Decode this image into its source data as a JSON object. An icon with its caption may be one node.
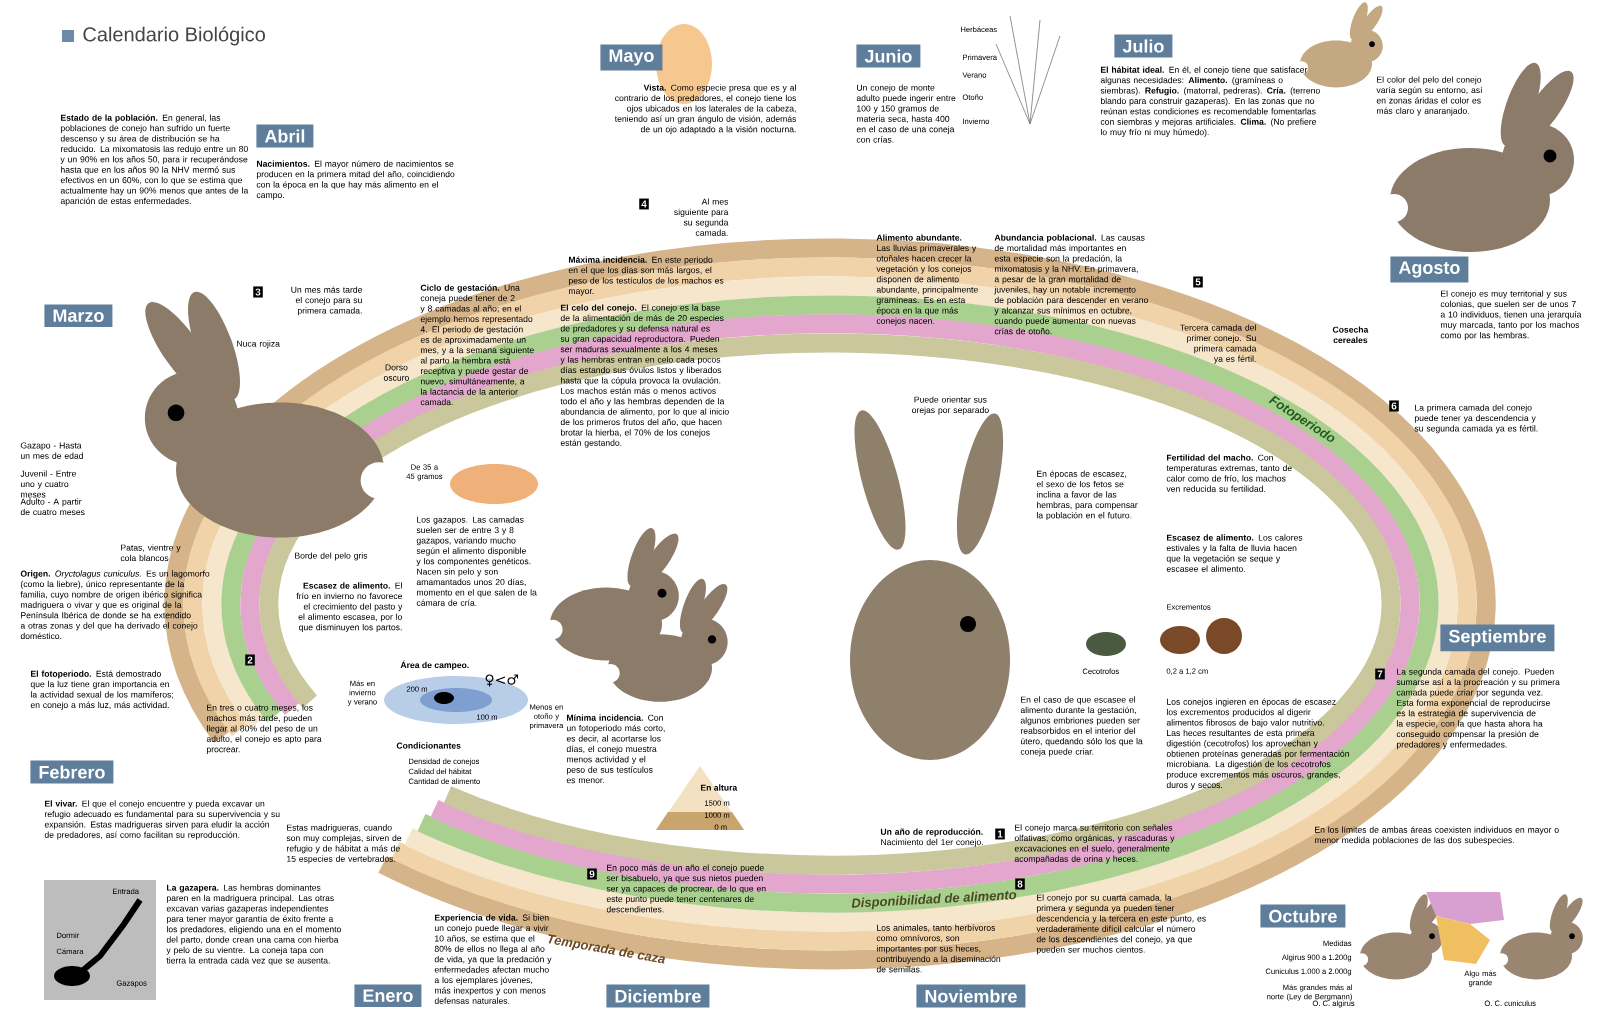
{
  "diagram": {
    "title": "Calendario Biológico",
    "nodes": [
      {
        "text": [
          "Abril"
        ]
      },
      {
        "text": [
          "Mayo"
        ]
      },
      {
        "text": [
          "Junio"
        ]
      },
      {
        "text": [
          "Julio"
        ]
      },
      {
        "text": [
          "Marzo"
        ]
      },
      {
        "text": [
          "Agosto"
        ]
      },
      {
        "text": [
          "Febrero"
        ]
      },
      {
        "text": [
          "Septiembre"
        ]
      },
      {
        "text": [
          "Octubre"
        ]
      },
      {
        "text": [
          "Enero"
        ]
      },
      {
        "text": [
          "Diciembre"
        ]
      },
      {
        "text": [
          "Noviembre"
        ]
      }
    ],
    "labels": [
      "**Estado de la población.** En general, las poblaciones de conejo han sufrido un fuerte descenso y su área de distribución se ha reducido. La mixomatosis las redujo entre un 80 y un 90% en los años 50, para ir recuperándose hasta que en los años 90 la NHV mermó sus efectivos en un 60%, con lo que se estima que actualmente hay un 90% menos que antes de la aparición de estas enfermedades.",
      "**Nacimientos.** El mayor número de nacimientos se producen en la primera mitad del año, coincidiendo con la época en la que hay más alimento en el campo.",
      "3",
      "Un mes más tarde el conejo para su primera camada.",
      "Nuca rojiza",
      "Dorso oscuro",
      "**Ciclo de gestación.** Una coneja puede tener de 2 y 8 camadas al año; en el ejemplo hemos representado 4. El periodo de gestación es de aproximadamente un mes, y a la semana siguiente al parto la hembra está receptiva y puede gestar de nuevo, simultáneamente, a la lactancia de la anterior camada.",
      "De 35 a 45 gramos",
      "Gazapo - Hasta un mes de edad",
      "Juvenil - Entre uno y cuatro meses",
      "Adulto - A partir de cuatro meses",
      "Patas, vientre y cola blancos",
      "Los gazapos. Las camadas suelen ser de entre 3 y 8 gazapos, variando mucho según el alimento disponible y los componentes genéticos. Nacen sin pelo y son amamantados unos 20 días, momento en el que salen de la cámara de cría.",
      "Borde del pelo gris",
      "**Origen.** *Oryctolagus cuniculus.* Es un lagomorfo (como la liebre), único representante de la familia, cuyo nombre de origen ibérico significa madriguera o vivar y que es original de la Península Ibérica de donde se ha extendido a otras zonas y del que ha derivado el conejo doméstico.",
      "**Escasez de alimento.** El frío en invierno no favorece el crecimiento del pasto y el alimento escasea, por lo que disminuyen los partos.",
      "**El fotoperiodo.** Está demostrado que la luz tiene gran importancia en la actividad sexual de los mamíferos; en conejo a más luz, más actividad.",
      "2",
      "En tres o cuatro meses, los machos más tarde, pueden llegar al 80% del peso de un adulto, el conejo es apto para procrear.",
      "Área de campeo.",
      "♀<♂",
      "Más en invierno y verano",
      "200 m",
      "100 m",
      "Menos en otoño y primavera",
      "Condicionantes",
      "Densidad de conejos",
      "Calidad del hábitat",
      "Cantidad de alimento",
      "**El vivar.** El que el conejo encuentre y pueda excavar un refugio adecuado es fundamental para su supervivencia y su expansión. Estas madrigueras sirven para eludir la acción de predadores, así como facilitan su reproducción.",
      "Estas madrigueras, cuando son muy complejas, sirven de refugio y de hábitat a más de 15 especies de vertebrados.",
      "Entrada",
      "Dormir",
      "Cámara",
      "Gazapos",
      "**La gazapera.** Las hembras dominantes paren en la madriguera principal. Las otras excavan varias gazaperas independientes para tener mayor garantía de éxito frente a los predadores, eligiendo una en el momento del parto, donde crean una cama con hierba y pelo de su vientre. La coneja tapa con tierra la entrada cada vez que se ausenta.",
      "**Vista.** Como especie presa que es y al contrario de los predadores, el conejo tiene los ojos ubicados en los laterales de la cabeza, teniendo así un gran ángulo de visión, además de un ojo adaptado a la visión nocturna.",
      "4",
      "Al mes siguiente para su segunda camada.",
      "**Máxima incidencia.** En este periodo en el que los días son más largos, el peso de los testículos de los machos es mayor.",
      "**El celo del conejo.** El conejo es la base de la alimentación de más de 20 especies de predadores y su defensa natural es su gran capacidad reproductora. Pueden ser maduras sexualmente a los 4 meses y las hembras entran en celo cada pocos días estando sus óvulos listos y liberados hasta que la cópula provoca la ovulación. Los machos están más o menos activos todo el año y las hembras dependen de la abundancia de alimento, por lo que al inicio de los primeros frutos del año, que hacen brotar la hierba, el 70% de los conejos están gestando.",
      "**Mínima incidencia.** Con un fotoperiodo más corto, es decir, al acortarse los días, el conejo muestra menos actividad y el peso de sus testículos es menor.",
      "En altura",
      "1500 m",
      "1000 m",
      "0 m",
      "9",
      "En poco más de un año el conejo puede ser bisabuelo, ya que sus nietos pueden ser ya capaces de procrear, de lo que en este punto puede tener centenares de descendientes.",
      "**Experiencia de vida.** Si bien un conejo puede llegar a vivir 10 años, se estima que el 80% de ellos no llega al año de vida, ya que la predación y enfermedades afectan mucho a los ejemplares jóvenes, más inexpertos y con menos defensas naturales.",
      "Un conejo de monte adulto puede ingerir entre 100 y 150 gramos de materia seca, hasta 400 en el caso de una coneja con crías.",
      "Herbáceas",
      "Primavera",
      "Verano",
      "Otoño",
      "Invierno",
      "**Alimento abundante.** Las lluvias primaverales y otoñales hacen crecer la vegetación y los conejos disponen de alimento abundante, principalmente gramíneas. Es en esta época en la que más conejos nacen.",
      "**Abundancia poblacional.** Las causas de mortalidad más importantes en esta especie son la predación, la mixomatosis y la NHV. En primavera, a pesar de la gran mortalidad de juveniles, hay un notable incremento de población para descender en verano y alcanzar sus mínimos en octubre, cuando puede aumentar con nuevas crías de otoño.",
      "Puede orientar sus orejas por separado",
      "5",
      "Tercera camada del primer conejo. Su primera camada ya es fértil.",
      "En épocas de escasez, el sexo de los fetos se inclina a favor de las hembras, para compensar la población en el futuro.",
      "**Fertilidad del macho.** Con temperaturas extremas, tanto de calor como de frío, los machos ven reducida su fertilidad.",
      "**Escasez de alimento.** Los calores estivales y la falta de lluvia hacen que la vegetación se seque y escasee el alimento.",
      "Excrementos",
      "Cecotrofos",
      "0,2 a 1,2 cm",
      "En el caso de que escasee el alimento durante la gestación, algunos embriones pueden ser reabsorbidos en el interior del útero, quedando sólo los que la coneja puede criar.",
      "Los conejos ingieren en épocas de escasez los excrementos producidos al digerir alimentos fibrosos de bajo valor nutritivo. Las heces resultantes de esta primera digestión (cecotrofos) los aprovechan y obtienen proteínas generadas por fermentación microbiana. La digestión de los cecotrofos produce excrementos más oscuros, grandes, duros y secos.",
      "El conejo marca su territorio con señales olfativas, como orgánicas, y rascaduras y excavaciones en el suelo, generalmente acompañadas de orina y heces.",
      "1",
      "**Un año de reproducción.** Nacimiento del 1er conejo.",
      "Los animales, tanto herbívoros como omnívoros, son importantes por sus heces, contribuyendo a la diseminación de semillas.",
      "8",
      "El conejo por su cuarta camada, la primera y segunda ya pueden tener descendencia y la tercera en este punto, es verdaderamente difícil calcular el número de los descendientes del conejo, ya que pueden ser muchos cientos.",
      "**El hábitat ideal.** En él, el conejo tiene que satisfacer algunas necesidades: **Alimento.** (gramíneas o siembras). **Refugio.** (matorral, pedreras). **Cría.** (terreno blando para construir gazaperas). En las zonas que no reúnan estas condiciones es recomendable fomentarlas con siembras y mejoras artificiales. **Clima.** (No prefiere lo muy frío ni muy húmedo).",
      "El color del pelo del conejo varía según su entorno, así en zonas áridas el color es más claro y anaranjado.",
      "El conejo es muy territorial y sus colonias, que suelen ser de unos 7 a 10 individuos, tienen una jerarquía muy marcada, tanto por los machos como por las hembras.",
      "Cosecha cereales",
      "6",
      "La primera camada del conejo puede tener ya descendencia y su segunda camada ya es fértil.",
      "7",
      "La segunda camada del conejo. Pueden sumarse así a la procreación y su primera camada puede criar por segunda vez. Esta forma exponencial de reproducirse es la estrategia de supervivencia de la especie, con la que hasta ahora ha conseguido compensar la presión de predadores y enfermedades.",
      "En los límites de ambas áreas coexisten individuos en mayor o menor medida poblaciones de las dos subespecies.",
      "Medidas",
      "Algirus 900 a 1.200g",
      "Cuniculus 1.000 a 2.000g",
      "Más grandes más al norte (Ley de Bergmann)",
      "Algo más grande",
      "O. C. algirus",
      "O. C. cuniculus",
      "Fotoperiodo",
      "Disponibilidad de alimento",
      "Temporada de caza"
    ]
  }
}
